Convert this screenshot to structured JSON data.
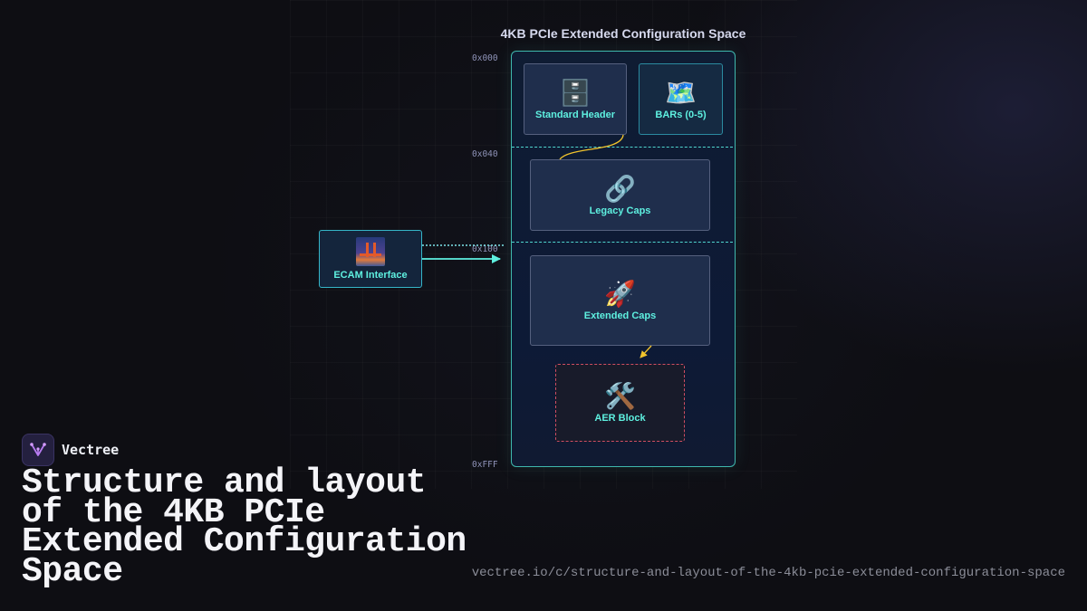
{
  "diagram": {
    "title": "4KB PCIe Extended Configuration Space",
    "offsets": [
      "0x000",
      "0x040",
      "0x100",
      "0xFFF"
    ],
    "blocks": {
      "standard_header": {
        "label": "Standard Header",
        "icon": "file-cabinet-icon"
      },
      "bars": {
        "label": "BARs (0-5)",
        "icon": "world-map-icon"
      },
      "legacy_caps": {
        "label": "Legacy Caps",
        "icon": "link-icon"
      },
      "extended_caps": {
        "label": "Extended Caps",
        "icon": "rocket-icon"
      },
      "aer_block": {
        "label": "AER Block",
        "icon": "hammer-wrench-icon"
      },
      "ecam": {
        "label": "ECAM Interface",
        "icon": "bridge-at-night-icon"
      }
    },
    "colors": {
      "container_border": "#3fb8ad",
      "label_text": "#5ef0e0",
      "region_divider": "#4fd6cf",
      "pointer_arrow": "#f2c42c",
      "ecam_arrow": "#5ef0e0",
      "aer_border": "#d04e62"
    }
  },
  "brand": {
    "name": "Vectree",
    "icon": "vectree-logo-icon"
  },
  "page": {
    "heading": "Structure and layout of the 4KB PCIe Extended Configuration Space",
    "url": "vectree.io/c/structure-and-layout-of-the-4kb-pcie-extended-configuration-space"
  }
}
